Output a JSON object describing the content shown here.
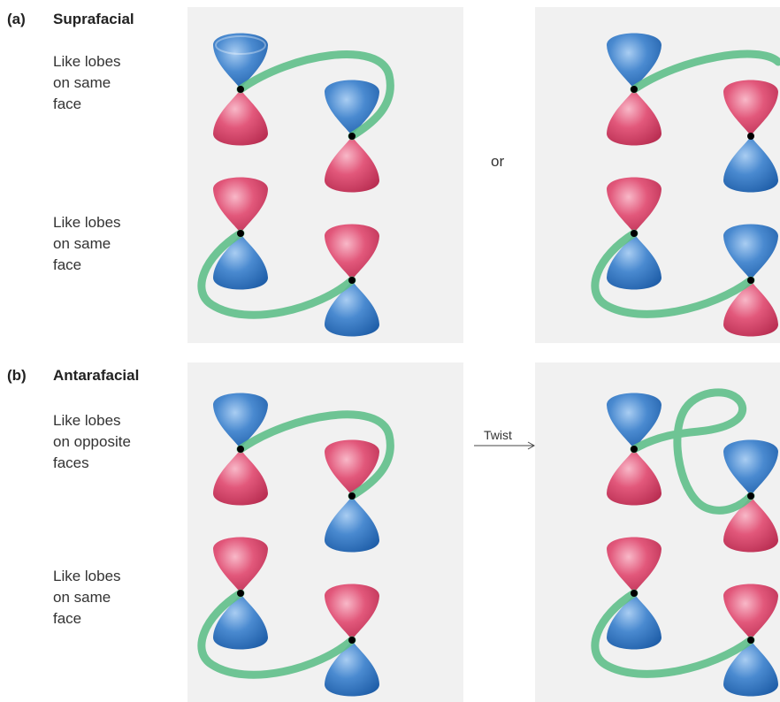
{
  "panel_a": {
    "letter": "(a)",
    "title": "Suprafacial",
    "label_top": [
      "Like lobes",
      "on same",
      "face"
    ],
    "label_bottom": [
      "Like lobes",
      "on same",
      "face"
    ],
    "connector": "or"
  },
  "panel_b": {
    "letter": "(b)",
    "title": "Antarafacial",
    "label_top": [
      "Like lobes",
      "on opposite",
      "faces"
    ],
    "label_bottom": [
      "Like lobes",
      "on same",
      "face"
    ],
    "arrow_label": "Twist"
  },
  "colors": {
    "blue_lobe": "#3a78c2",
    "red_lobe": "#dc4a6f",
    "green_ribbon": "#6cc793",
    "panel_bg": "#f1f1f1"
  }
}
